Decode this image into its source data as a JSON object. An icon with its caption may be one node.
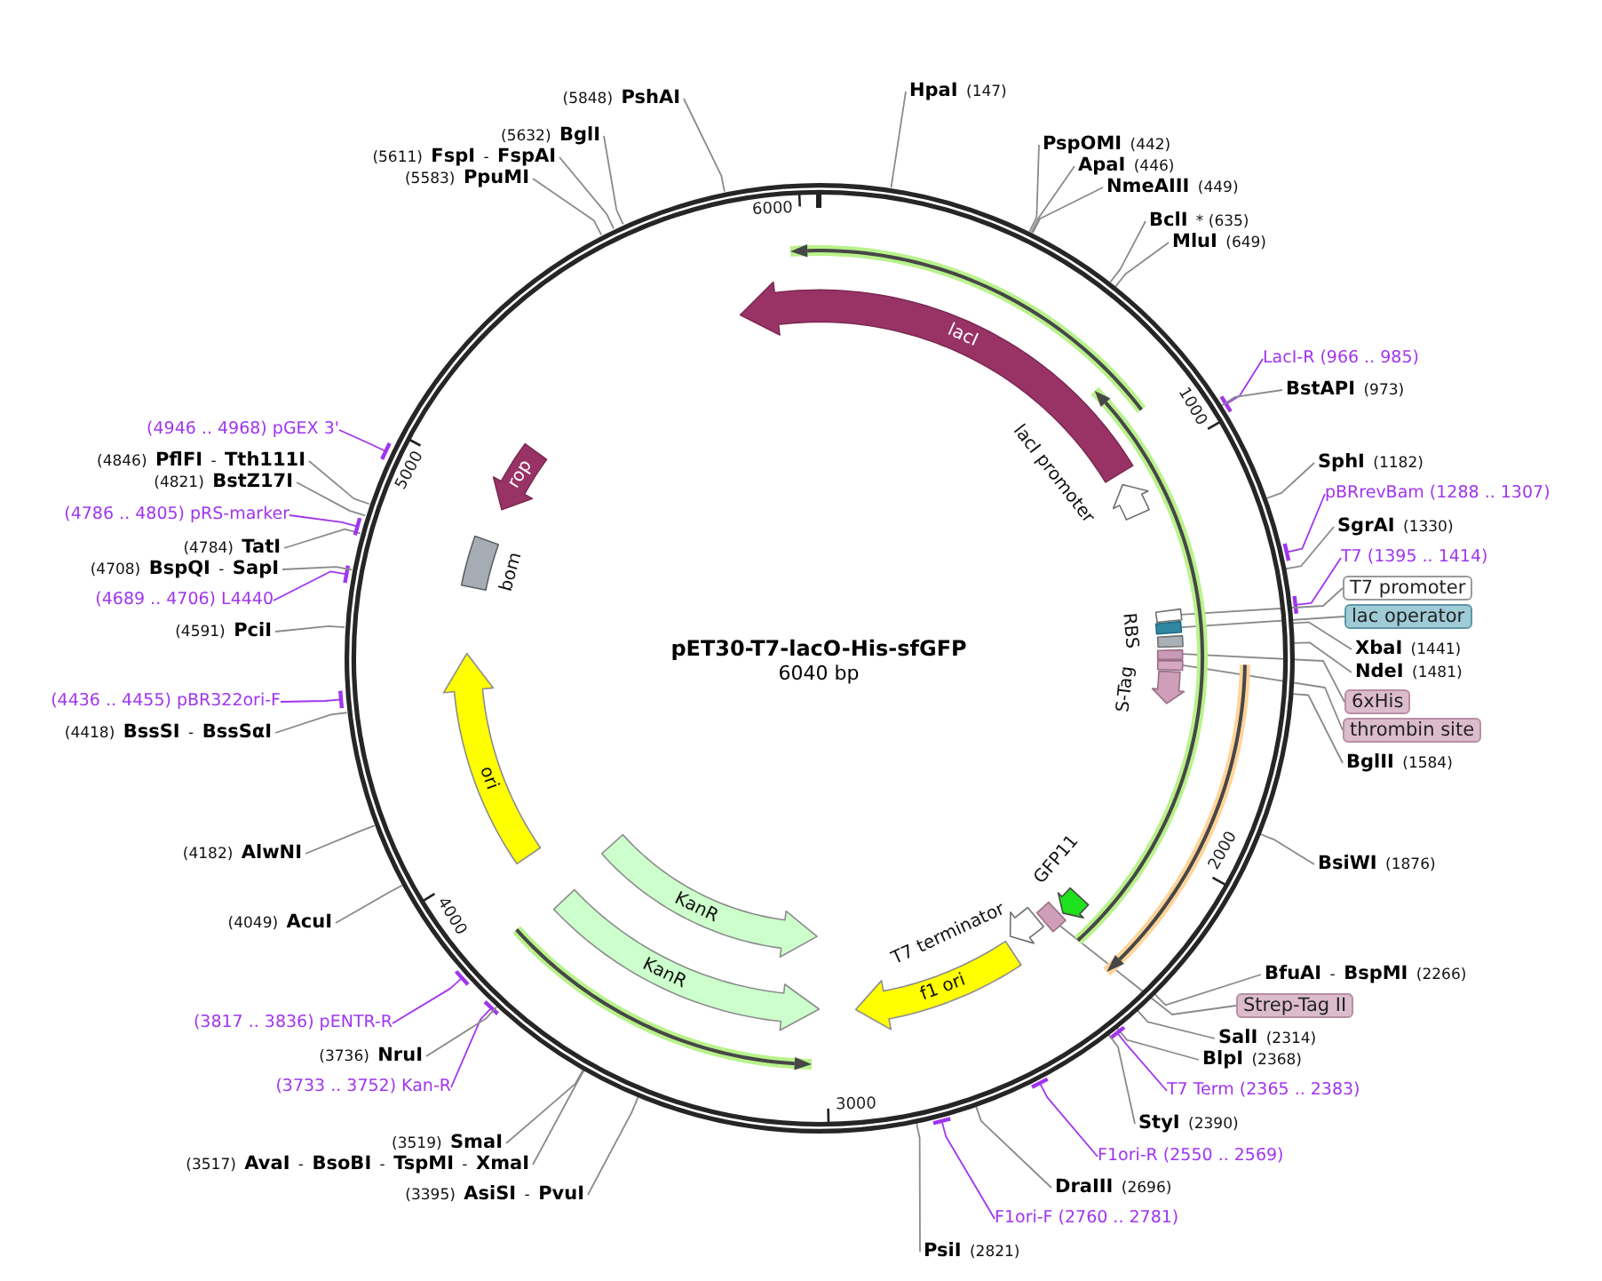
{
  "diagram": {
    "nodes": [
      {
        "text": [
          "pET30-T7-lacO-His-sfGFP",
          "6040 bp"
        ]
      },
      {
        "text": [
          "lacI"
        ],
        "in": 0
      },
      {
        "text": [
          "lacI promoter"
        ],
        "in": 0
      },
      {
        "text": [],
        "shape": "box",
        "in": 0
      },
      {
        "text": [],
        "shape": "box",
        "in": 0
      },
      {
        "text": [
          "RBS"
        ],
        "in": 0
      },
      {
        "text": [],
        "shape": "box",
        "in": 0
      },
      {
        "text": [],
        "shape": "box",
        "in": 0
      },
      {
        "text": [
          "S-Tag"
        ],
        "in": 0
      },
      {
        "text": [
          "GFP11"
        ],
        "in": 0
      },
      {
        "text": [],
        "shape": "box",
        "in": 0
      },
      {
        "text": [
          "T7 terminator"
        ],
        "in": 0
      },
      {
        "text": [
          "f1 ori"
        ],
        "in": 0
      },
      {
        "text": [
          "KanR"
        ],
        "in": 0
      },
      {
        "text": [
          "KanR"
        ],
        "in": 0
      },
      {
        "text": [
          "ori"
        ],
        "in": 0
      },
      {
        "text": [
          "bom"
        ],
        "in": 0
      },
      {
        "text": [
          "rop"
        ],
        "in": 0
      },
      {
        "text": [
          "**HpaI** (147)"
        ]
      },
      {
        "text": [
          "**PspOMI** (442)"
        ]
      },
      {
        "text": [
          "**ApaI** (446)"
        ]
      },
      {
        "text": [
          "**NmeAIII** (449)"
        ]
      },
      {
        "text": [
          "**BclI** * (635)"
        ]
      },
      {
        "text": [
          "**MluI** (649)"
        ]
      },
      {
        "text": [
          "LacI-R (966 .. 985)"
        ]
      },
      {
        "text": [
          "**BstAPI** (973)"
        ]
      },
      {
        "text": [
          "**SphI** (1182)"
        ]
      },
      {
        "text": [
          "pBRrevBam (1288 .. 1307)"
        ]
      },
      {
        "text": [
          "**SgrAI** (1330)"
        ]
      },
      {
        "text": [
          "T7 (1395 .. 1414)"
        ]
      },
      {
        "text": [
          "T7 promoter"
        ]
      },
      {
        "text": [
          "lac operator"
        ]
      },
      {
        "text": [
          "**XbaI** (1441)"
        ]
      },
      {
        "text": [
          "**NdeI** (1481)"
        ]
      },
      {
        "text": [
          "6xHis"
        ]
      },
      {
        "text": [
          "thrombin site"
        ]
      },
      {
        "text": [
          "**BglII** (1584)"
        ]
      },
      {
        "text": [
          "**BsiWI** (1876)"
        ]
      },
      {
        "text": [
          "**BfuAI** - **BspMI** (2266)"
        ]
      },
      {
        "text": [
          "Strep-Tag II"
        ]
      },
      {
        "text": [
          "**SalI** (2314)"
        ]
      },
      {
        "text": [
          "**BlpI** (2368)"
        ]
      },
      {
        "text": [
          "T7 Term (2365 .. 2383)"
        ]
      },
      {
        "text": [
          "**StyI** (2390)"
        ]
      },
      {
        "text": [
          "F1ori-R (2550 .. 2569)"
        ]
      },
      {
        "text": [
          "**DraIII** (2696)"
        ]
      },
      {
        "text": [
          "F1ori-F (2760 .. 2781)"
        ]
      },
      {
        "text": [
          "**PsiI** (2821)"
        ]
      },
      {
        "text": [
          "(3395) **AsiSI** - **PvuI**"
        ]
      },
      {
        "text": [
          "(3517) **AvaI** - **BsoBI** - **TspMI** - **XmaI**"
        ]
      },
      {
        "text": [
          "(3519) **SmaI**"
        ]
      },
      {
        "text": [
          "(3733 .. 3752) Kan-R"
        ]
      },
      {
        "text": [
          "(3736) **NruI**"
        ]
      },
      {
        "text": [
          "(3817 .. 3836) pENTR-R"
        ]
      },
      {
        "text": [
          "(4049) **AcuI**"
        ]
      },
      {
        "text": [
          "(4182) **AlwNI**"
        ]
      },
      {
        "text": [
          "(4418) **BssSI** - **BssSαI**"
        ]
      },
      {
        "text": [
          "(4436 .. 4455) pBR322ori-F"
        ]
      },
      {
        "text": [
          "(4591) **PciI**"
        ]
      },
      {
        "text": [
          "(4689 .. 4706) L4440"
        ]
      },
      {
        "text": [
          "(4708) **BspQI** - **SapI**"
        ]
      },
      {
        "text": [
          "(4784) **TatI**"
        ]
      },
      {
        "text": [
          "(4786 .. 4805) pRS-marker"
        ]
      },
      {
        "text": [
          "(4821) **BstZ17I**"
        ]
      },
      {
        "text": [
          "(4846) **PflFI** - **Tth111I**"
        ]
      },
      {
        "text": [
          "(4946 .. 4968) pGEX 3'"
        ]
      },
      {
        "text": [
          "(5583) **PpuMI**"
        ]
      },
      {
        "text": [
          "(5611) **FspI** - **FspAI**"
        ]
      },
      {
        "text": [
          "(5632) **BglI**"
        ]
      },
      {
        "text": [
          "(5848) **PshAI**"
        ]
      }
    ],
    "edges": [
      {
        "from": 18,
        "to": 0,
        "arrow": "none"
      },
      {
        "from": 19,
        "to": 0,
        "arrow": "none"
      },
      {
        "from": 20,
        "to": 0,
        "arrow": "none"
      },
      {
        "from": 21,
        "to": 0,
        "arrow": "none"
      },
      {
        "from": 22,
        "to": 0,
        "arrow": "none"
      },
      {
        "from": 23,
        "to": 0,
        "arrow": "none"
      },
      {
        "from": 24,
        "to": 0,
        "arrow": "other",
        "color": "#a035f0"
      },
      {
        "from": 25,
        "to": 0,
        "arrow": "none"
      },
      {
        "from": 26,
        "to": 0,
        "arrow": "none"
      },
      {
        "from": 27,
        "to": 0,
        "arrow": "other",
        "color": "#a035f0"
      },
      {
        "from": 28,
        "to": 0,
        "arrow": "none"
      },
      {
        "from": 29,
        "to": 0,
        "arrow": "other",
        "color": "#a035f0"
      },
      {
        "from": 30,
        "to": 3,
        "arrow": "none"
      },
      {
        "from": 31,
        "to": 4,
        "arrow": "none"
      },
      {
        "from": 32,
        "to": 0,
        "arrow": "none"
      },
      {
        "from": 33,
        "to": 0,
        "arrow": "none"
      },
      {
        "from": 34,
        "to": 6,
        "arrow": "none"
      },
      {
        "from": 35,
        "to": 7,
        "arrow": "none"
      },
      {
        "from": 36,
        "to": 0,
        "arrow": "none"
      },
      {
        "from": 37,
        "to": 0,
        "arrow": "none"
      },
      {
        "from": 38,
        "to": 0,
        "arrow": "none"
      },
      {
        "from": 39,
        "to": 10,
        "arrow": "none"
      },
      {
        "from": 40,
        "to": 0,
        "arrow": "none"
      },
      {
        "from": 41,
        "to": 0,
        "arrow": "none"
      },
      {
        "from": 42,
        "to": 0,
        "arrow": "other",
        "color": "#a035f0"
      },
      {
        "from": 43,
        "to": 0,
        "arrow": "none"
      },
      {
        "from": 44,
        "to": 0,
        "arrow": "other",
        "color": "#a035f0"
      },
      {
        "from": 45,
        "to": 0,
        "arrow": "none"
      },
      {
        "from": 46,
        "to": 0,
        "arrow": "other",
        "color": "#a035f0"
      },
      {
        "from": 47,
        "to": 0,
        "arrow": "none"
      },
      {
        "from": 48,
        "to": 0,
        "arrow": "none"
      },
      {
        "from": 49,
        "to": 0,
        "arrow": "none"
      },
      {
        "from": 50,
        "to": 0,
        "arrow": "none"
      },
      {
        "from": 51,
        "to": 0,
        "arrow": "other",
        "color": "#a035f0"
      },
      {
        "from": 52,
        "to": 0,
        "arrow": "none"
      },
      {
        "from": 53,
        "to": 0,
        "arrow": "other",
        "color": "#a035f0"
      },
      {
        "from": 54,
        "to": 0,
        "arrow": "none"
      },
      {
        "from": 55,
        "to": 0,
        "arrow": "none"
      },
      {
        "from": 56,
        "to": 0,
        "arrow": "none"
      },
      {
        "from": 57,
        "to": 0,
        "arrow": "other",
        "color": "#a035f0"
      },
      {
        "from": 58,
        "to": 0,
        "arrow": "none"
      },
      {
        "from": 59,
        "to": 0,
        "arrow": "other",
        "color": "#a035f0"
      },
      {
        "from": 60,
        "to": 0,
        "arrow": "none"
      },
      {
        "from": 61,
        "to": 0,
        "arrow": "none"
      },
      {
        "from": 62,
        "to": 0,
        "arrow": "other",
        "color": "#a035f0"
      },
      {
        "from": 63,
        "to": 0,
        "arrow": "none"
      },
      {
        "from": 64,
        "to": 0,
        "arrow": "none"
      },
      {
        "from": 65,
        "to": 0,
        "arrow": "other",
        "color": "#a035f0"
      },
      {
        "from": 66,
        "to": 0,
        "arrow": "none"
      },
      {
        "from": 67,
        "to": 0,
        "arrow": "none"
      },
      {
        "from": 68,
        "to": 0,
        "arrow": "none"
      },
      {
        "from": 69,
        "to": 0,
        "arrow": "none"
      }
    ],
    "labels": [
      "1000",
      "2000",
      "3000",
      "4000",
      "5000",
      "6000"
    ]
  }
}
